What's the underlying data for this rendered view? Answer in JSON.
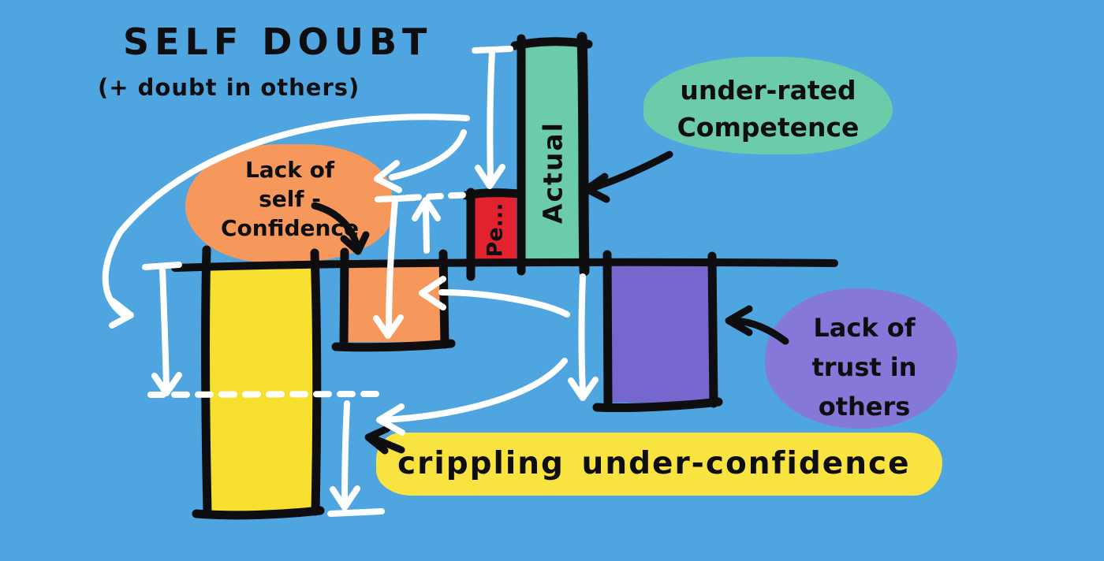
{
  "title": {
    "line1": "SELF DOUBT",
    "line2": "(+ doubt in others)"
  },
  "callouts": {
    "lack_self_confidence": {
      "lines": [
        "Lack of",
        "self -",
        "Confidence"
      ]
    },
    "under_rated_competence": {
      "lines": [
        "under-rated",
        "Competence"
      ]
    },
    "lack_trust_in_others": {
      "lines": [
        "Lack of",
        "trust in",
        "others"
      ]
    },
    "crippling_under_confidence": {
      "text": "crippling under-confidence"
    }
  },
  "bars": {
    "perceived": {
      "label": "Pe...",
      "side": "above-axis",
      "color": "#e2232f"
    },
    "actual": {
      "label": "Actual",
      "side": "above-axis",
      "color": "#6ccba8"
    },
    "self_confidence_gap": {
      "side": "below-axis",
      "color": "#f6985c"
    },
    "crippling_under_confidence_gap": {
      "side": "below-axis",
      "color": "#f6df2e"
    },
    "trust_in_others_gap": {
      "side": "below-axis",
      "color": "#7667ce"
    }
  },
  "colors": {
    "background": "#4fa5df",
    "ink": "#0e0e10",
    "annotation_white": "#ffffff",
    "callout_orange": "#f6985c",
    "callout_teal": "#6ccba8",
    "callout_purple": "#8578d8",
    "callout_yellow": "#f8e340"
  }
}
